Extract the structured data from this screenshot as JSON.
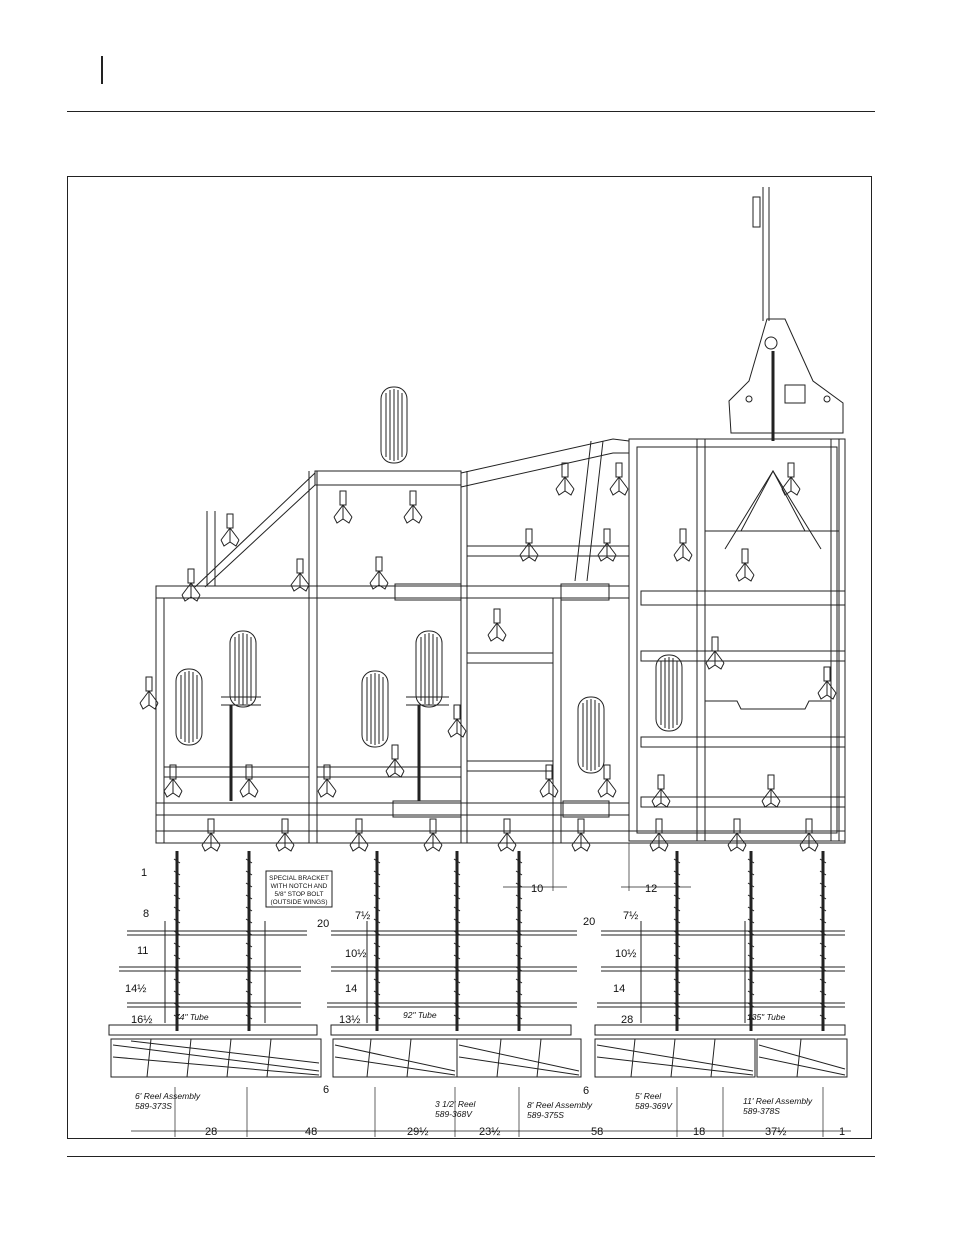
{
  "drawing": {
    "special_bracket_note": [
      "SPECIAL BRACKET",
      "WITH NOTCH AND",
      "5/8\" STOP BOLT",
      "(OUTSIDE WINGS)"
    ],
    "callout_1": "1",
    "callout_10": "10",
    "callout_12": "12",
    "spacing_dims": [
      "8",
      "20",
      "7½",
      "20",
      "7½",
      "11",
      "10½",
      "10½",
      "14½",
      "14",
      "14",
      "16½",
      "13½",
      "28",
      "6",
      "6"
    ],
    "tubes": [
      "74\" Tube",
      "92\" Tube",
      "135\" Tube"
    ],
    "reels": [
      {
        "name": "6' Reel Assembly",
        "part": "589-373S"
      },
      {
        "name": "3 1/2' Reel",
        "part": "589-368V"
      },
      {
        "name": "8' Reel Assembly",
        "part": "589-375S"
      },
      {
        "name": "5' Reel",
        "part": "589-369V"
      },
      {
        "name": "11' Reel Assembly",
        "part": "589-378S"
      }
    ],
    "bottom_dims": [
      "28",
      "48",
      "29½",
      "23½",
      "58",
      "18",
      "37½",
      "1"
    ]
  }
}
